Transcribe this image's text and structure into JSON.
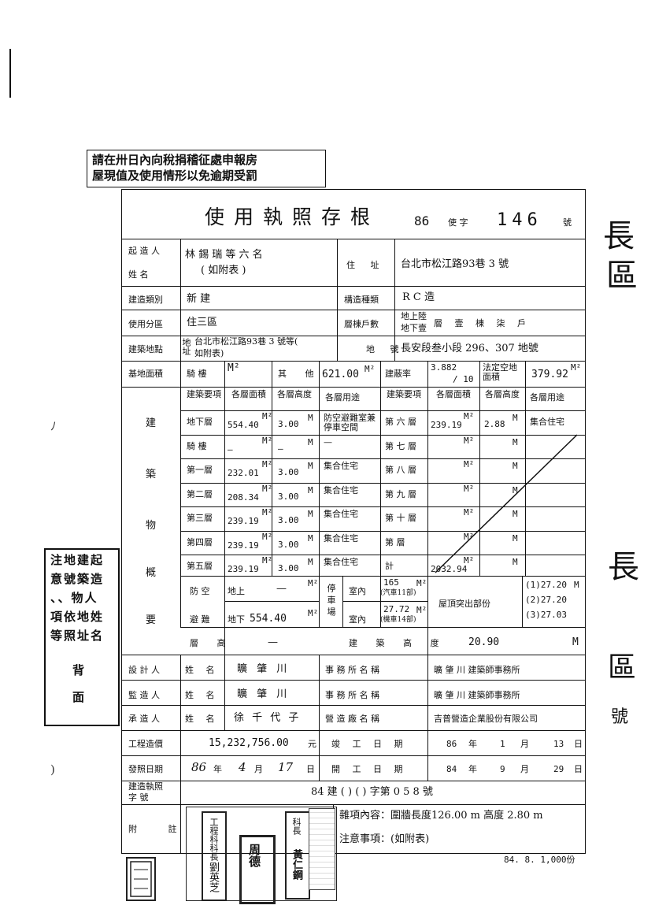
{
  "notice_top": {
    "line1": "請在卅日內向稅捐稽征處申報房",
    "line2": "屋現值及使用情形以免逾期受罰"
  },
  "header": {
    "title": "使用執照存根",
    "year": "86",
    "zi_label": "使 字",
    "number": "146",
    "hao": "號"
  },
  "owner": {
    "label_top": "起 造 人",
    "label_bottom": "姓 名",
    "name": "林 錫 瑞 等 六 名",
    "name_note": "( 如附表 )",
    "addr_label": "住 址",
    "addr": "台北市松江路93巷 3 號"
  },
  "build_type": {
    "label": "建造類別",
    "value": "新 建",
    "struct_label": "構造種類",
    "struct_value": "R C 造"
  },
  "zone": {
    "label": "使用分區",
    "value": "住三區",
    "floors_label": "層棟戶數",
    "above": "地上陸",
    "below": "地下壹",
    "floors_detail": "層  壹  棟  柒  戶"
  },
  "site": {
    "label": "建築地點",
    "addr_prefix": "地址",
    "addr": "台北市松江路93巷 3 號等(",
    "addr2": "如附表)",
    "lot_label": "地 號",
    "lot": "長安段叁小段 296、307 地號"
  },
  "area": {
    "label": "基地面積",
    "arcade_label": "騎 樓",
    "arcade_unit": "M²",
    "other_label": "其 他",
    "other_value": "621.00",
    "unit": "M²",
    "coverage_label": "建蔽率",
    "coverage_value": "3.882",
    "coverage_den": "/ 10",
    "legal_label": "法定空地面積",
    "legal_value": "379.92",
    "legal_unit": "M²"
  },
  "floor_headers": {
    "item": "建築要項",
    "area": "各層面積",
    "height": "各層高度",
    "use": "各層用途"
  },
  "side_label": [
    "建",
    "築",
    "物",
    "概",
    "要"
  ],
  "floors_left": [
    {
      "name": "地下層",
      "area": "554.40",
      "height": "3.00",
      "use": "防空避難室兼停車空間"
    },
    {
      "name": "騎 樓",
      "area": "—",
      "height": "—",
      "use": "—"
    },
    {
      "name": "第一層",
      "area": "232.01",
      "height": "3.00",
      "use": "集合住宅"
    },
    {
      "name": "第二層",
      "area": "208.34",
      "height": "3.00",
      "use": "集合住宅"
    },
    {
      "name": "第三層",
      "area": "239.19",
      "height": "3.00",
      "use": "集合住宅"
    },
    {
      "name": "第四層",
      "area": "239.19",
      "height": "3.00",
      "use": "集合住宅"
    },
    {
      "name": "第五層",
      "area": "239.19",
      "height": "3.00",
      "use": "集合住宅"
    }
  ],
  "floors_right": [
    {
      "name": "第 六 層",
      "area": "239.19",
      "height": "2.88",
      "use": "集合住宅"
    },
    {
      "name": "第 七 層",
      "area": "",
      "height": "",
      "use": ""
    },
    {
      "name": "第 八 層",
      "area": "",
      "height": "",
      "use": ""
    },
    {
      "name": "第 九 層",
      "area": "",
      "height": "",
      "use": ""
    },
    {
      "name": "第 十 層",
      "area": "",
      "height": "",
      "use": ""
    },
    {
      "name": "第  層",
      "area": "",
      "height": "",
      "use": ""
    },
    {
      "name": "計",
      "area": "2032.94",
      "height": "",
      "use": ""
    }
  ],
  "units": {
    "m2": "M²",
    "m": "M"
  },
  "shelter": {
    "label1": "防 空",
    "label2": "避 難",
    "above_label": "地上",
    "above_value": "—",
    "below_label": "地下",
    "below_value": "554.40",
    "parking_label": "停車場",
    "indoor": "室內",
    "indoor_top_value": "165",
    "indoor_top_note": "(汽車11部)",
    "indoor_bottom_value": "27.72",
    "indoor_bottom_note": "(機車14部)",
    "roof_label": "屋頂突出部份",
    "roof1": "(1)27.20",
    "roof2": "(2)27.20",
    "roof3": "(3)27.03"
  },
  "height_row": {
    "label": "層 高",
    "value": "—",
    "total_label": "建 築 高 度",
    "total_value": "20.90"
  },
  "designer": {
    "label": "設 計 人",
    "name_label": "姓 名",
    "name": "曠 肇 川",
    "office_label": "事 務 所 名 稱",
    "office": "曠 肇 川 建築師事務所"
  },
  "supervisor": {
    "label": "監 造 人",
    "name_label": "姓 名",
    "name": "曠 肇 川",
    "office_label": "事 務 所 名 稱",
    "office": "曠 肇 川 建築師事務所"
  },
  "contractor": {
    "label": "承 造 人",
    "name_label": "姓 名",
    "name": "徐 千 代 子",
    "firm_label": "營 造 廠 名 稱",
    "firm": "吉普營造企業股份有限公司"
  },
  "cost": {
    "label": "工程造價",
    "value": "15,232,756.00",
    "unit": "元",
    "done_label": "竣 工 日 期",
    "done_year": "86",
    "done_month": "1",
    "done_day": "13"
  },
  "issue": {
    "label": "發照日期",
    "year": "86",
    "month": "4",
    "day": "17",
    "start_label": "開 工 日 期",
    "start_year": "84",
    "start_month": "9",
    "start_day": "29"
  },
  "date_words": {
    "year": "年",
    "month": "月",
    "day": "日"
  },
  "permit": {
    "label1": "建造執照",
    "label2": "字 號",
    "text": "84  建 (      ) (      ) 字第  0 5 8  號"
  },
  "notes": {
    "label": "附 註",
    "misc": "雜項內容：圍牆長度126.00 m  高度 2.80 m",
    "attention": "注意事項：(如附表)",
    "footer": "84. 8. 1,000份",
    "stamp_texts": [
      "工程科科長",
      "劉英芝",
      "周德",
      "科長",
      "黃仁鋼"
    ]
  },
  "left_note": {
    "lines": [
      "注地建起",
      "意號築造",
      "、、物人",
      "項依地姓",
      "等照址名",
      "背",
      "面"
    ]
  },
  "right_fragments": [
    "長",
    "區",
    "長",
    "區",
    "號"
  ]
}
